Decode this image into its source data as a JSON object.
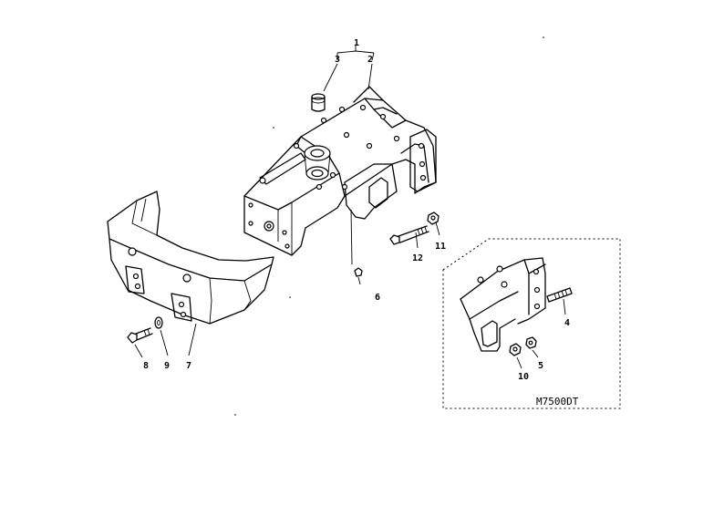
{
  "diagram": {
    "code": "M7500DT",
    "callouts": {
      "c1": "1",
      "c2": "2",
      "c3": "3",
      "c4": "4",
      "c5": "5",
      "c6": "6",
      "c7": "7",
      "c8": "8",
      "c9": "9",
      "c10": "10",
      "c11": "11",
      "c12": "12"
    }
  }
}
